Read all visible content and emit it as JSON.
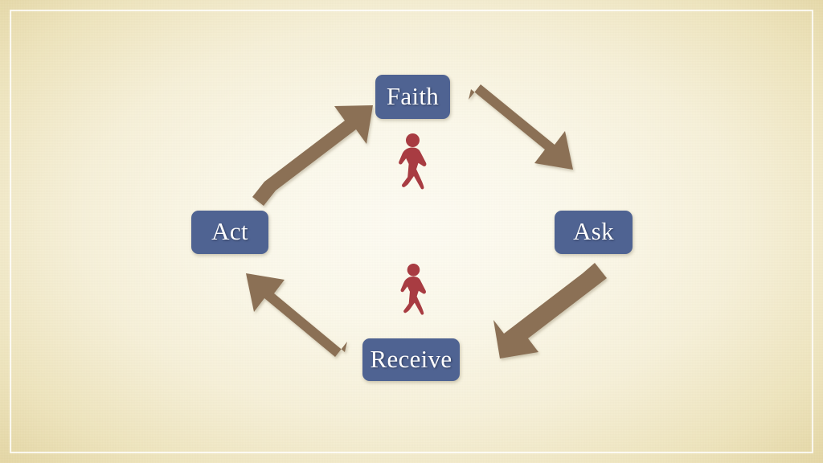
{
  "slide": {
    "type": "cycle-diagram",
    "title_visible": false,
    "background_color": "#f7f1dc",
    "border_color": "#ffffff",
    "node_color": "#4f6392",
    "node_text_color": "#ffffff",
    "arrow_color": "#8b7055",
    "figure_color": "#a83c42"
  },
  "cycle": {
    "direction": "clockwise",
    "nodes": [
      {
        "id": "faith",
        "label": "Faith",
        "position": "top"
      },
      {
        "id": "ask",
        "label": "Ask",
        "position": "right"
      },
      {
        "id": "receive",
        "label": "Receive",
        "position": "bottom"
      },
      {
        "id": "act",
        "label": "Act",
        "position": "left"
      }
    ],
    "arrows": [
      {
        "id": "faith-to-ask",
        "from": "Faith",
        "to": "Ask",
        "direction": "down-right"
      },
      {
        "id": "ask-to-receive",
        "from": "Ask",
        "to": "Receive",
        "direction": "down-left"
      },
      {
        "id": "receive-to-act",
        "from": "Receive",
        "to": "Act",
        "direction": "up-left"
      },
      {
        "id": "act-to-faith",
        "from": "Act",
        "to": "Faith",
        "direction": "up-right"
      }
    ]
  },
  "figures": [
    {
      "id": "walking-person-top",
      "icon": "walking-person-icon"
    },
    {
      "id": "walking-person-bottom",
      "icon": "walking-person-icon"
    }
  ],
  "chart_data": {
    "type": "diagram",
    "subtype": "cycle",
    "title": "",
    "categories": [
      "Faith",
      "Ask",
      "Receive",
      "Act"
    ],
    "edges": [
      [
        "Faith",
        "Ask"
      ],
      [
        "Ask",
        "Receive"
      ],
      [
        "Receive",
        "Act"
      ],
      [
        "Act",
        "Faith"
      ]
    ],
    "legend": [],
    "annotations": [
      "walking-person-icon",
      "walking-person-icon"
    ]
  }
}
